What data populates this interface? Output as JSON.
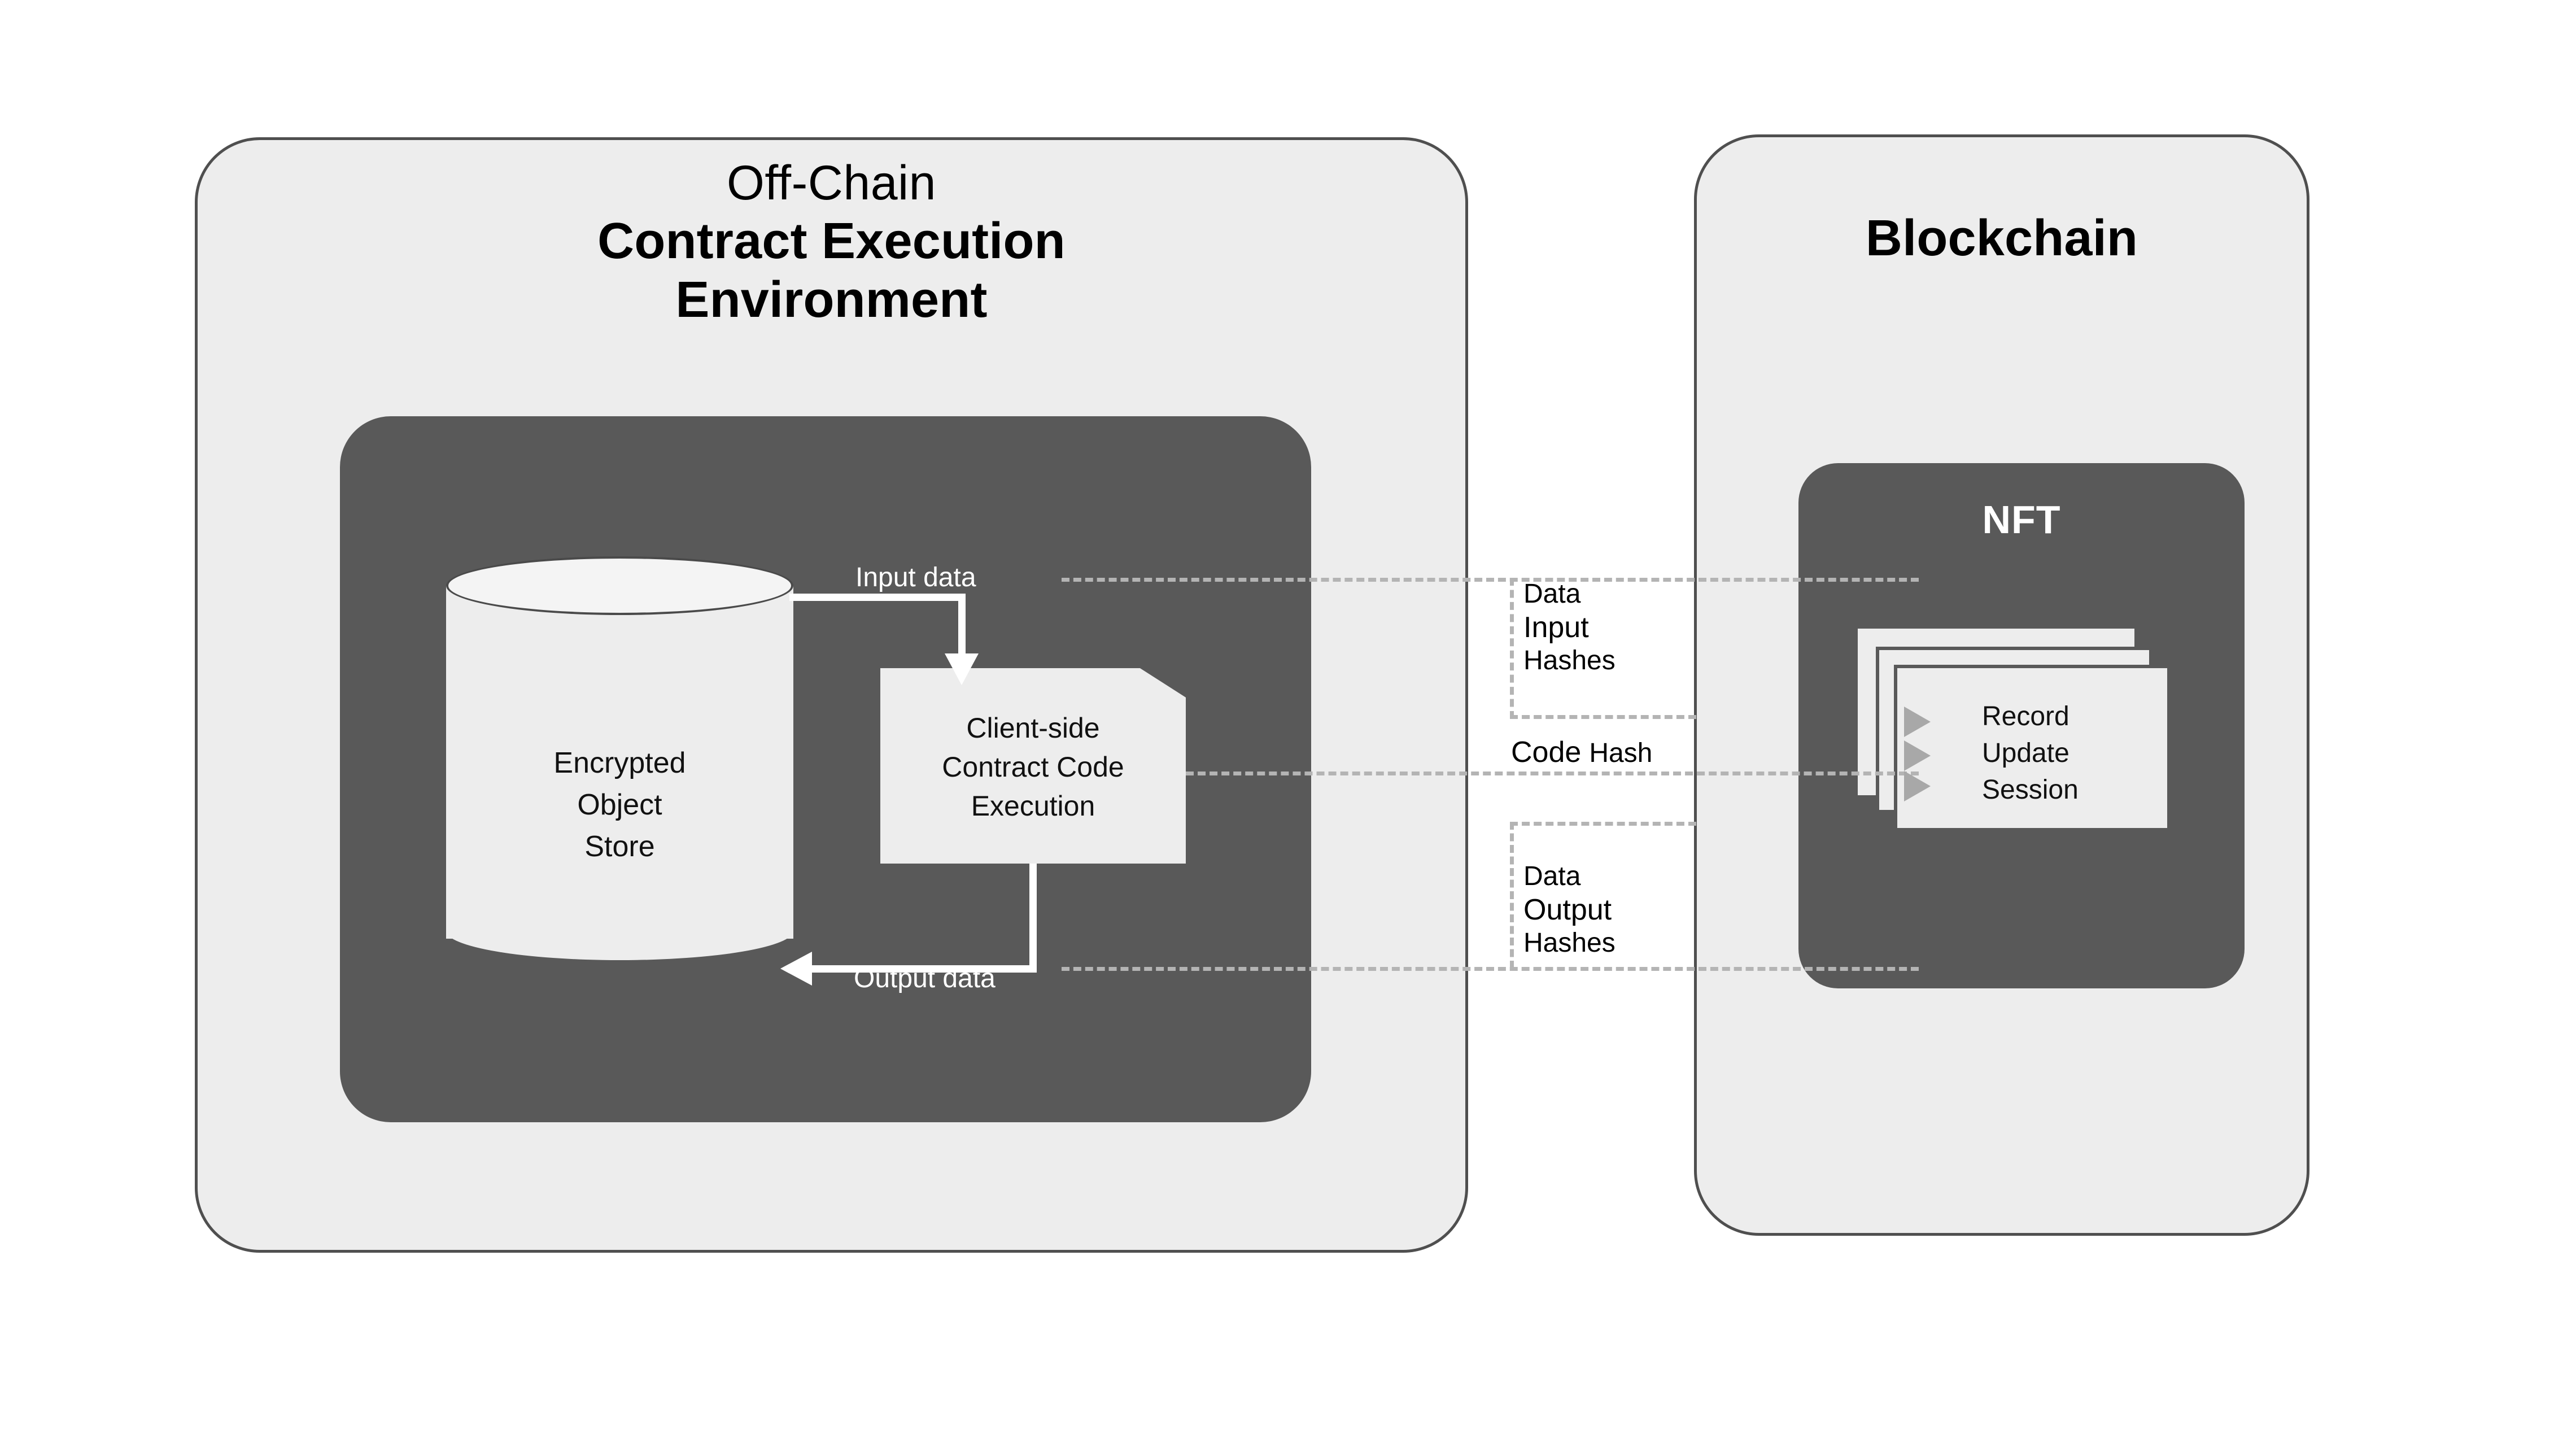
{
  "diagram": {
    "title_text_note": "Off-chain contract execution environment and blockchain NFT record diagram",
    "colors": {
      "panel_fill": "#ededed",
      "panel_border": "#4f4f4f",
      "dark_box": "#595959",
      "dashed_line": "#b4b4b4",
      "arrow_white": "#ffffff",
      "arrow_gray": "#a8a8a8",
      "text_dark": "#111111",
      "text_white": "#ffffff",
      "background": "#ffffff"
    }
  },
  "offchain": {
    "heading_line1": "Off-Chain",
    "heading_line2": "Contract Execution",
    "heading_line3": "Environment",
    "store": {
      "line1": "Encrypted",
      "line2": "Object",
      "line3": "Store"
    },
    "code_doc": {
      "line1": "Client-side",
      "line2": "Contract Code",
      "line3": "Execution"
    },
    "flow": {
      "input_label": "Input data",
      "output_label": "Output data"
    }
  },
  "blockchain": {
    "heading": "Blockchain",
    "nft_label": "NFT",
    "card": {
      "line1": "Record",
      "line2": "Update",
      "line3": "Session"
    }
  },
  "connectors": {
    "data_input_hashes": {
      "word1": "Data",
      "word2": "Input",
      "word3": "Hashes"
    },
    "code_hash": {
      "word1": "Code",
      "word2": "Hash"
    },
    "data_output_hashes": {
      "word1": "Data",
      "word2": "Output",
      "word3": "Hashes"
    }
  }
}
